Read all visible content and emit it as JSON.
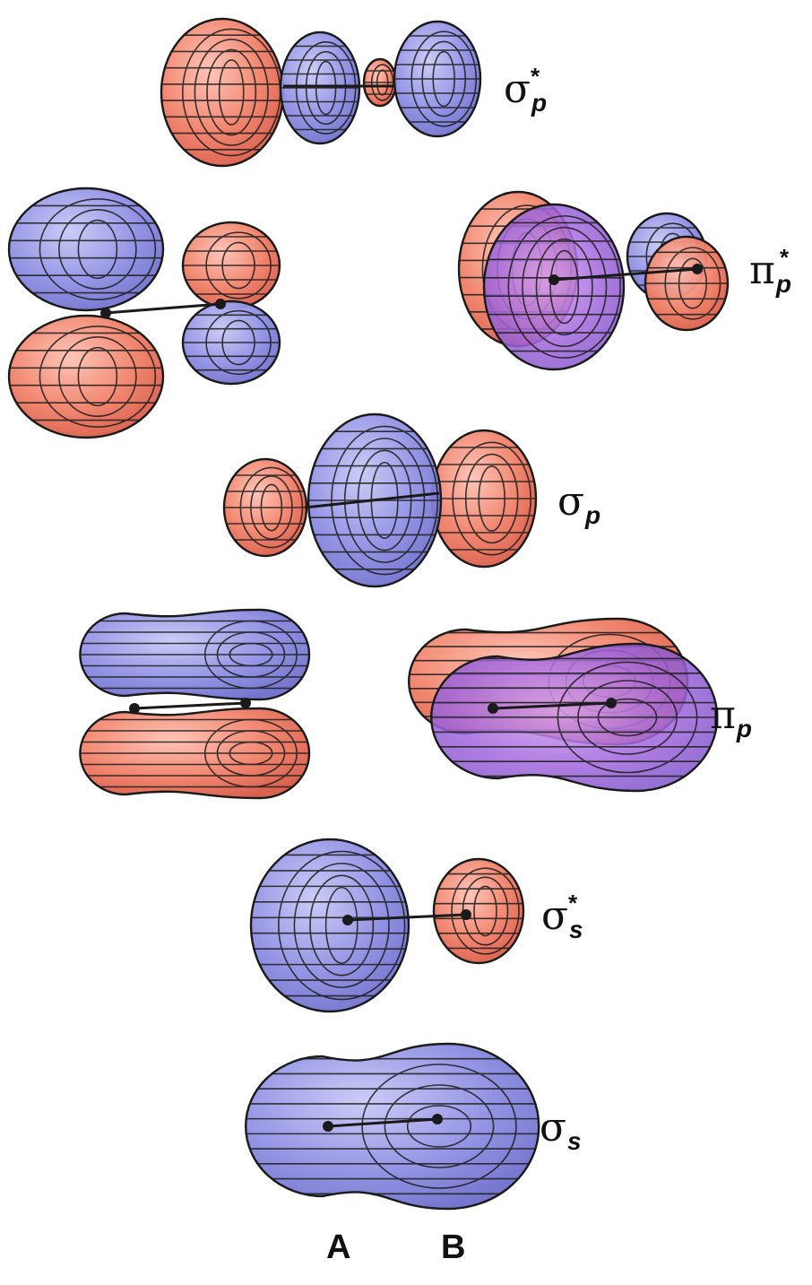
{
  "colors": {
    "positive_lobe": "#8f8fe6",
    "negative_lobe": "#ee7a6a",
    "overlap": "#a060d8",
    "contour": "#1a1a1a"
  },
  "orbitals": [
    {
      "id": "sigma_p_star",
      "symbol": "σ",
      "subscript": "p",
      "superscript": "*"
    },
    {
      "id": "pi_p_star",
      "symbol": "π",
      "subscript": "p",
      "superscript": "*"
    },
    {
      "id": "sigma_p",
      "symbol": "σ",
      "subscript": "p",
      "superscript": ""
    },
    {
      "id": "pi_p",
      "symbol": "π",
      "subscript": "p",
      "superscript": ""
    },
    {
      "id": "sigma_s_star",
      "symbol": "σ",
      "subscript": "s",
      "superscript": "*"
    },
    {
      "id": "sigma_s",
      "symbol": "σ",
      "subscript": "s",
      "superscript": ""
    }
  ],
  "atoms": {
    "a": "A",
    "b": "B"
  }
}
